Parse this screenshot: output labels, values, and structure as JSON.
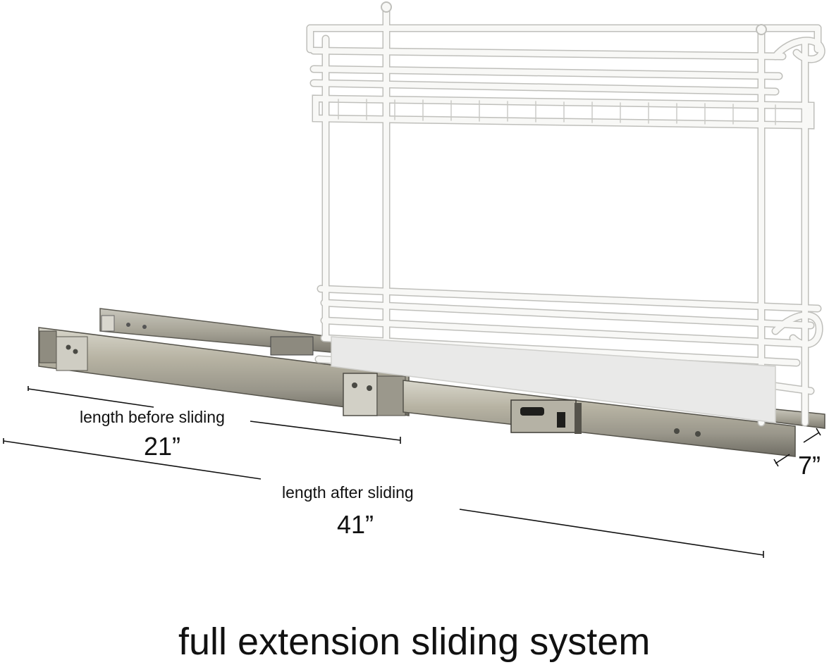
{
  "product": {
    "name": "two-tier white wire pull-out organizer with chrome sliding rails"
  },
  "annotations": {
    "before_label": "length before sliding",
    "before_value": "21”",
    "after_label": "length after sliding",
    "after_value": "41”",
    "depth_value": "7”"
  },
  "caption": "full extension sliding system",
  "colors": {
    "background": "#ffffff",
    "wire": "#f7f7f5",
    "wire_outline": "#c9c9c6",
    "rail": "#a9a79c",
    "rail_dark": "#6e6c62",
    "text": "#111111"
  }
}
